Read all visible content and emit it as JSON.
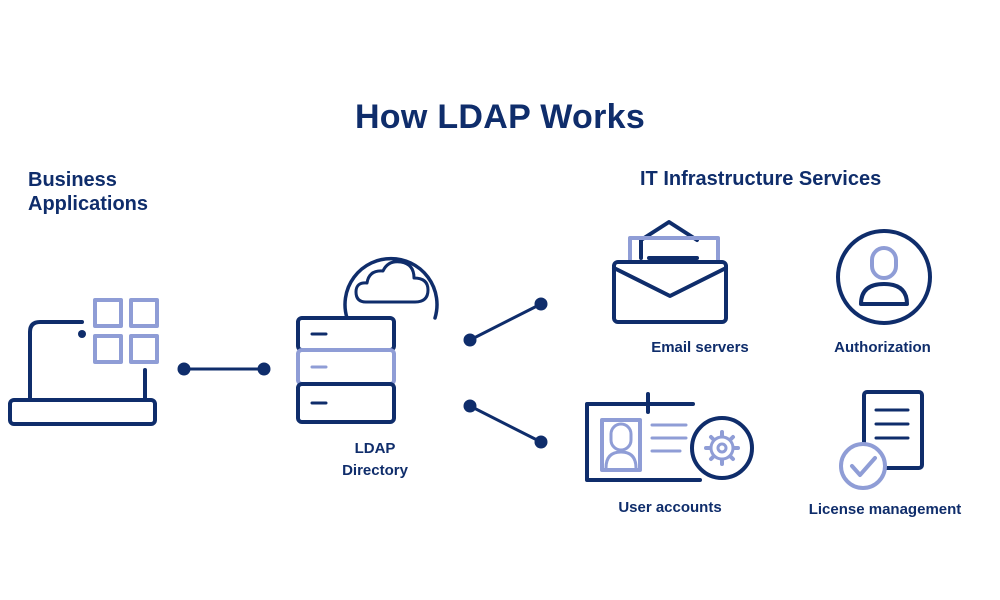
{
  "title": "How LDAP Works",
  "left_group": {
    "heading_line1": "Business",
    "heading_line2": "Applications"
  },
  "center": {
    "label_line1": "LDAP",
    "label_line2": "Directory"
  },
  "right_group": {
    "heading": "IT Infrastructure Services",
    "services": [
      {
        "label": "Email servers",
        "icon": "envelope-icon"
      },
      {
        "label": "Authorization",
        "icon": "user-circle-icon"
      },
      {
        "label": "User accounts",
        "icon": "id-card-gear-icon"
      },
      {
        "label": "License management",
        "icon": "document-check-icon"
      }
    ]
  },
  "colors": {
    "primary": "#0f2d6b",
    "accent": "#8f9dd6",
    "background": "#ffffff"
  }
}
